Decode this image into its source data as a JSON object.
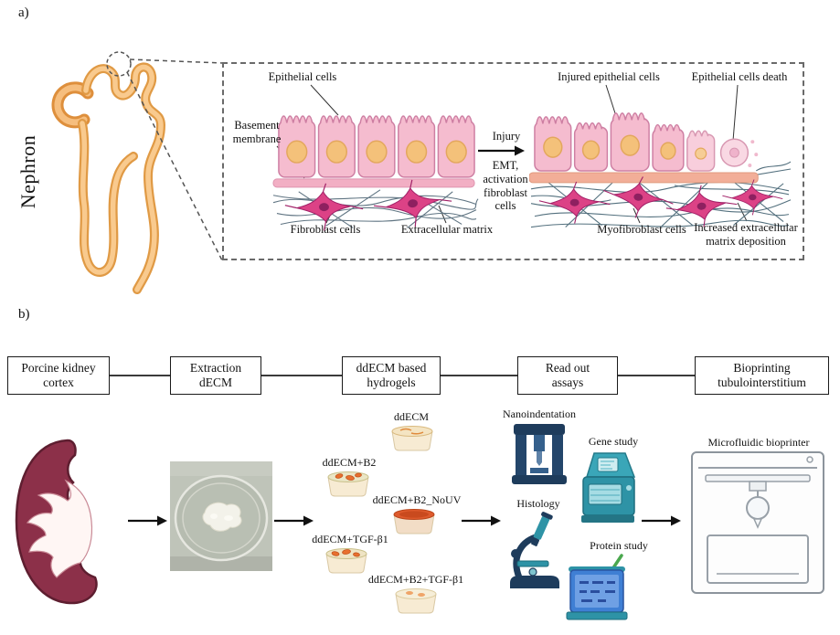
{
  "figure": {
    "panel_a": {
      "tag": "a)",
      "side_label": "Nephron",
      "healthy": {
        "epithelial_cells": "Epithelial cells",
        "basement_membrane": "Basement\nmembrane",
        "fibroblast_cells": "Fibroblast cells",
        "extracellular_matrix": "Extracellular matrix"
      },
      "transition": {
        "injury": "Injury",
        "process": "EMT,\nactivation\nfibroblast\ncells"
      },
      "injured": {
        "injured_epithelial_cells": "Injured epithelial cells",
        "epithelial_cells_death": "Epithelial cells death",
        "myofibroblast_cells": "Myofibroblast cells",
        "increased_matrix": "Increased extracellular\nmatrix deposition"
      }
    },
    "panel_b": {
      "tag": "b)",
      "flow_steps": [
        "Porcine kidney\ncortex",
        "Extraction\ndECM",
        "ddECM based\nhydrogels",
        "Read out\nassays",
        "Bioprinting\ntubulointerstitium"
      ],
      "hydrogels": [
        "ddECM",
        "ddECM+B2",
        "ddECM+B2_NoUV",
        "ddECM+TGF-β1",
        "ddECM+B2+TGF-β1"
      ],
      "assays": {
        "nanoindentation": "Nanoindentation",
        "gene_study": "Gene study",
        "histology": "Histology",
        "protein_study": "Protein study"
      },
      "bioprinter": "Microfluidic bioprinter"
    },
    "icons": {
      "nephron": "nephron-illustration",
      "kidney": "kidney-cross-section-illustration",
      "petri_dish": "petri-dish-photo",
      "hydrogel_dish": "hydrogel-dish-icon",
      "nanoindenter": "nanoindenter-icon",
      "qpcr_machine": "qpcr-machine-icon",
      "microscope": "microscope-icon",
      "gel_tank": "western-blot-icon",
      "bioprinter": "bioprinter-icon"
    },
    "colors": {
      "nephron_orange": "#F2AB62",
      "cell_pink": "#F5BCCF",
      "nucleus_orange": "#F4C17A",
      "fibroblast_magenta": "#DC4286",
      "matrix_gray": "#5F7482",
      "kidney_maroon": "#8C3049",
      "instrument_navy": "#1E3C5C",
      "instrument_teal": "#2E93A6",
      "hydrogel_orange": "#DE5A2C"
    }
  }
}
